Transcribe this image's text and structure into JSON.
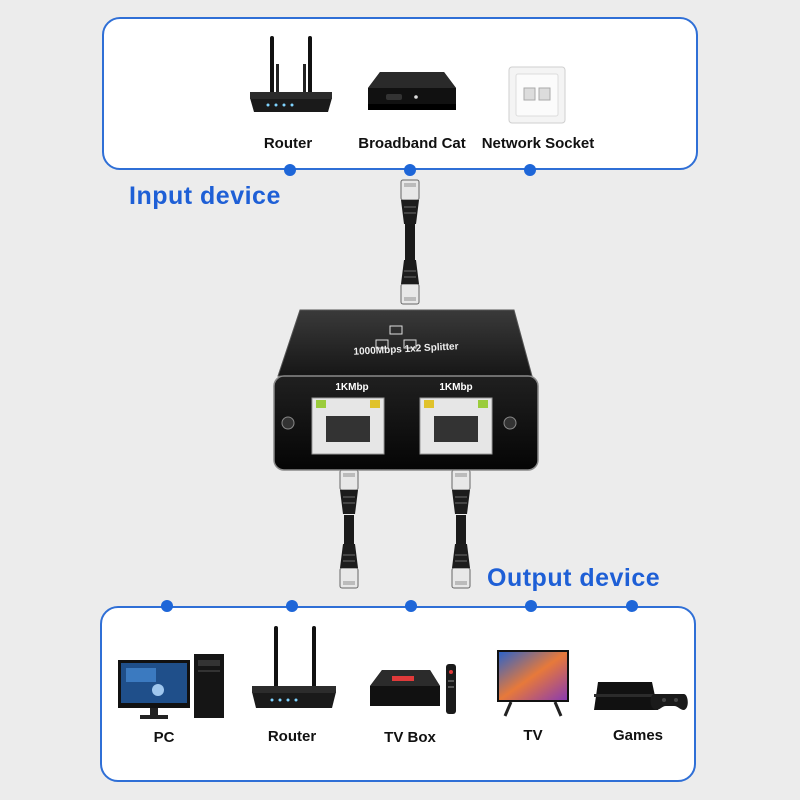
{
  "input": {
    "heading": "Input device",
    "devices": [
      {
        "label": "Router",
        "icon": "router-icon"
      },
      {
        "label": "Broadband Cat",
        "icon": "modem-icon"
      },
      {
        "label": "Network Socket",
        "icon": "wall-socket-icon"
      }
    ]
  },
  "splitter": {
    "text": "1000Mbps 1x2 Splitter",
    "ports": [
      "1KMbp",
      "1KMbp"
    ]
  },
  "output": {
    "heading": "Output device",
    "devices": [
      {
        "label": "PC",
        "icon": "pc-icon"
      },
      {
        "label": "Router",
        "icon": "router-icon"
      },
      {
        "label": "TV Box",
        "icon": "tv-box-icon"
      },
      {
        "label": "TV",
        "icon": "tv-icon"
      },
      {
        "label": "Games",
        "icon": "game-console-icon"
      }
    ]
  },
  "colors": {
    "accent": "#1e5fd6",
    "panel_border": "#2f6fd6",
    "background": "#ececec"
  }
}
